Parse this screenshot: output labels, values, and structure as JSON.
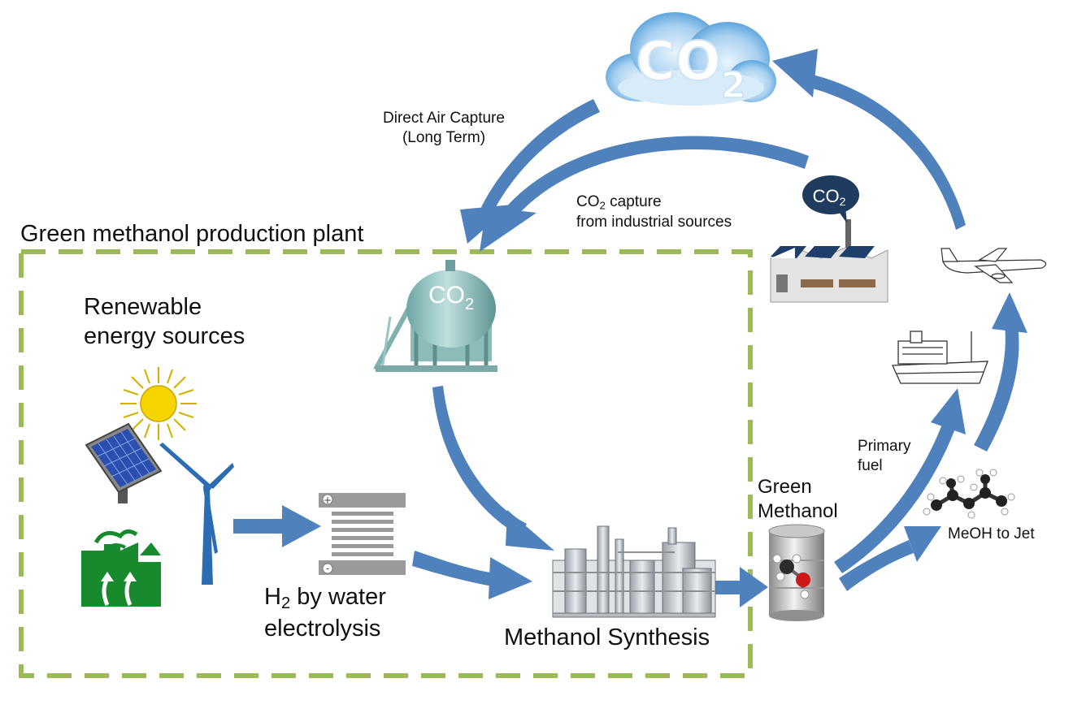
{
  "plant_title": "Green methanol production plant",
  "renewable": {
    "line1": "Renewable",
    "line2": "energy sources"
  },
  "h2": {
    "prefix": "H",
    "sub": "2",
    "suffix": " by water",
    "line2": "electrolysis"
  },
  "methanol_synthesis": "Methanol Synthesis",
  "green_methanol": {
    "line1": "Green",
    "line2": "Methanol"
  },
  "dac": {
    "line1": "Direct Air Capture",
    "line2": "(Long Term)"
  },
  "co2_capture": {
    "prefix": "CO",
    "sub": "2",
    "suffix": " capture",
    "line2": "from industrial sources"
  },
  "primary_fuel": {
    "line1": "Primary",
    "line2": "fuel"
  },
  "meoh_to_jet": "MeOH to Jet",
  "cloud_text": {
    "main": "CO",
    "sub": "2"
  },
  "tank_text": {
    "main": "CO",
    "sub": "2"
  },
  "bubble_text": {
    "main": "CO",
    "sub": "2"
  },
  "electrode": {
    "plus": "+",
    "minus": "-"
  },
  "colors": {
    "arrow": "#4f81bd",
    "dashed_border": "#9bbb59",
    "cloud": "#5ba3dd",
    "tank": "#8fbfbd",
    "factory_green": "#178a2e",
    "solar": "#2a4fb0",
    "wind": "#2b6cb3",
    "sun": "#f5d400"
  },
  "icons": [
    "co2-cloud-icon",
    "co2-tank-icon",
    "factory-icon",
    "airplane-icon",
    "ship-icon",
    "sun-icon",
    "solar-panel-icon",
    "wind-turbine-icon",
    "geothermal-plant-icon",
    "electrolyzer-icon",
    "methanol-plant-icon",
    "barrel-icon",
    "molecule-icon"
  ]
}
